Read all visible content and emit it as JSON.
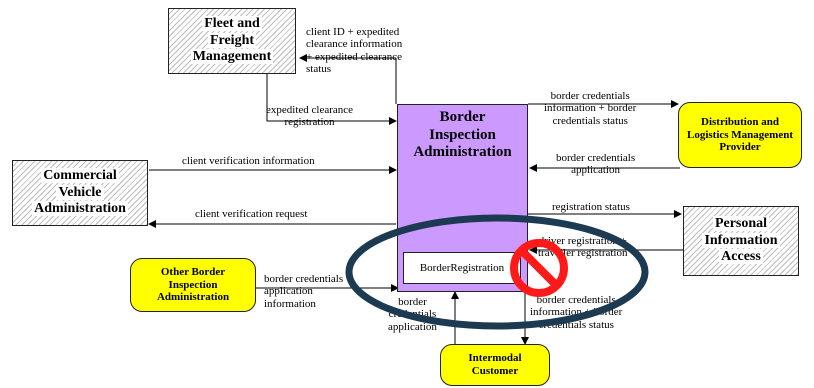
{
  "entities": {
    "fleet": [
      "Fleet and",
      "Freight",
      "Management"
    ],
    "commercial": [
      "Commercial",
      "Vehicle",
      "Administration"
    ],
    "personal": [
      "Personal",
      "Information",
      "Access"
    ],
    "border_admin": [
      "Border",
      "Inspection",
      "Administration"
    ],
    "distribution": [
      "Distribution and",
      "Logistics Management",
      "Provider"
    ],
    "other_border": [
      "Other Border",
      "Inspection",
      "Administration"
    ],
    "intermodal": [
      "Intermodal",
      "Customer"
    ]
  },
  "subprocess": "BorderRegistration",
  "flows": {
    "client_id": [
      "client ID + expedited",
      "clearance information",
      "+ expedited clearance",
      "status"
    ],
    "expedited_reg": [
      "expedited clearance",
      "registration"
    ],
    "border_cred_status": [
      "border credentials",
      "information + border",
      "credentials status"
    ],
    "border_cred_app_right": [
      "border credentials",
      "application"
    ],
    "client_ver_info": "client verification information",
    "client_ver_req": "client verification request",
    "registration_status": "registration status",
    "traveler_reg": [
      "driver registration +",
      "traveller registration"
    ],
    "other_border_app": [
      "border credentials",
      "application",
      "information"
    ],
    "intermodal_app": [
      "border",
      "credentials",
      "application"
    ],
    "intermodal_info": [
      "border credentials",
      "information + border",
      "credentials status"
    ]
  },
  "colors": {
    "admin_fill": "#cc99ff",
    "terminator_fill": "#ffff00",
    "highlight_ellipse": "#1c3a52",
    "prohibition_sign": "#ff1a1a"
  }
}
